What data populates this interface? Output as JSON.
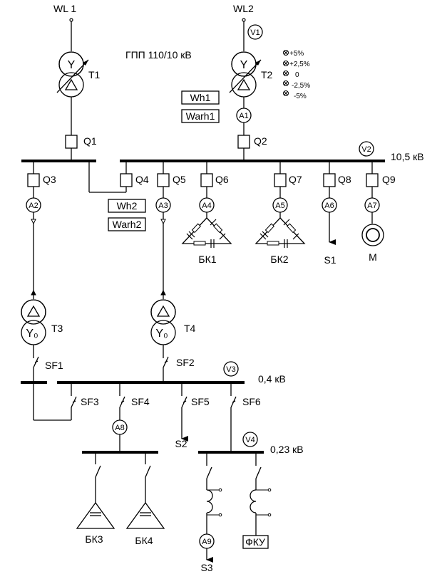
{
  "title": "ГПП 110/10 кВ",
  "lines": [
    "WL 1",
    "WL2"
  ],
  "transformers_main": [
    "T1",
    "T2"
  ],
  "tap_settings": [
    "+5%",
    "+2,5%",
    "0",
    "-2,5%",
    "-5%"
  ],
  "meters": {
    "active_main": "Wh1",
    "reactive_main": "Warh1",
    "active_feeder": "Wh2",
    "reactive_feeder": "Warh2"
  },
  "voltmeters": [
    "V1",
    "V2",
    "V3",
    "V4"
  ],
  "ammeters": [
    "A1",
    "A2",
    "A3",
    "A4",
    "A5",
    "A6",
    "A7",
    "A8",
    "A9"
  ],
  "switches": [
    "Q1",
    "Q2",
    "Q3",
    "Q4",
    "Q5",
    "Q6",
    "Q7",
    "Q8",
    "Q9"
  ],
  "breakers": [
    "SF1",
    "SF2",
    "SF3",
    "SF4",
    "SF5",
    "SF6"
  ],
  "voltage_levels": [
    "10,5 кВ",
    "0,4 кВ",
    "0,23 кВ"
  ],
  "transformers_dist": [
    "T3",
    "T4"
  ],
  "winding_symbols": {
    "star": "Y",
    "delta": "Δ",
    "star_neutral": "Y₀"
  },
  "capacitor_banks": [
    "БК1",
    "БК2",
    "БК3",
    "БК4"
  ],
  "loads": [
    "S1",
    "S2",
    "S3"
  ],
  "motor": "M",
  "fku": "ФКУ"
}
